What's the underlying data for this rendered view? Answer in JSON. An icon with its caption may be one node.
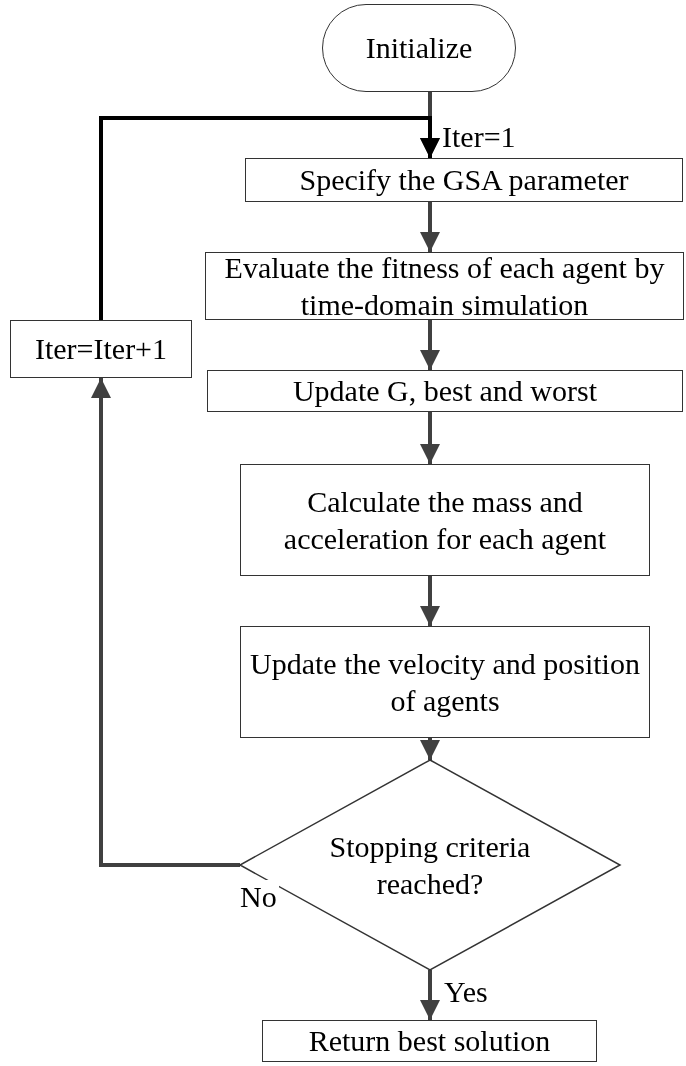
{
  "diagram": {
    "nodes": [
      {
        "text": [
          "Initialize"
        ]
      },
      {
        "text": [
          "Specify the GSA parameter"
        ]
      },
      {
        "text": [
          "Evaluate the fitness of each agent by time-domain simulation"
        ]
      },
      {
        "text": [
          "Update G, best and worst"
        ]
      },
      {
        "text": [
          "Calculate the mass and acceleration for each agent"
        ]
      },
      {
        "text": [
          "Update the velocity and position of agents"
        ]
      },
      {
        "text": [
          "Stopping criteria reached?"
        ]
      },
      {
        "text": [
          "Return best solution"
        ]
      },
      {
        "text": [
          "Iter=Iter+1"
        ]
      }
    ],
    "edges": [
      {
        "from": 0,
        "to": 1,
        "arrow": "to",
        "label": "Iter=1"
      },
      {
        "from": 1,
        "to": 2,
        "arrow": "to"
      },
      {
        "from": 2,
        "to": 3,
        "arrow": "to"
      },
      {
        "from": 3,
        "to": 4,
        "arrow": "to"
      },
      {
        "from": 4,
        "to": 5,
        "arrow": "to"
      },
      {
        "from": 5,
        "to": 6,
        "arrow": "to"
      },
      {
        "from": 6,
        "to": 7,
        "arrow": "to",
        "label": "Yes"
      },
      {
        "from": 6,
        "to": 8,
        "arrow": "to",
        "label": "No"
      },
      {
        "from": 8,
        "to": 1,
        "arrow": "to",
        "color": "#000000"
      }
    ]
  }
}
